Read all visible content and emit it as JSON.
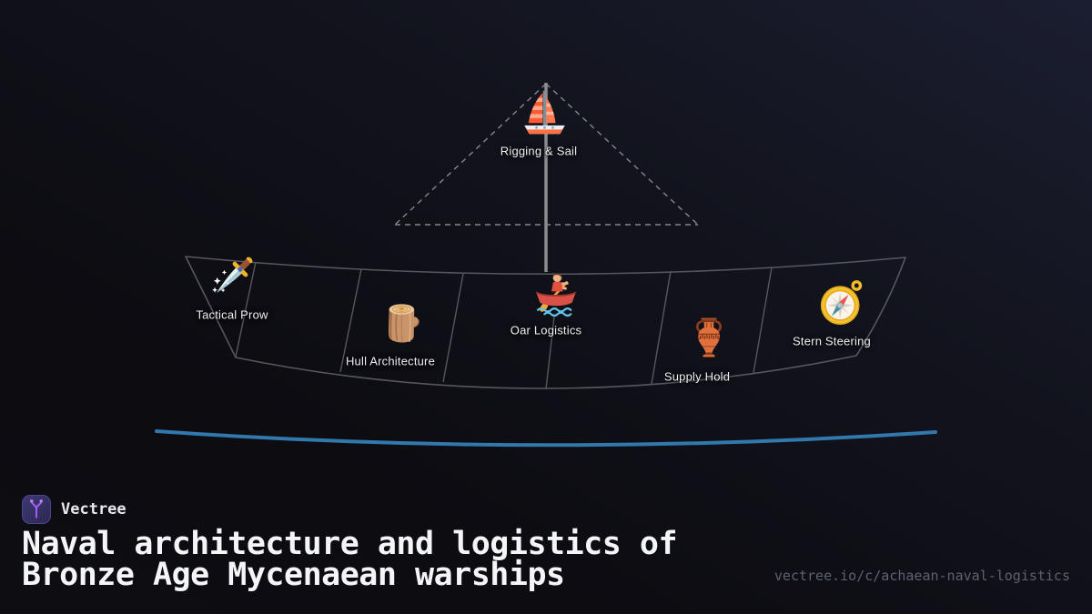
{
  "brand": {
    "name": "Vectree",
    "logo_icon": "vectree-branch-icon",
    "logo_bg": "#332f5e",
    "accent_purple": "#a15df2"
  },
  "title": {
    "line1": "Naval architecture and logistics of",
    "line2": "Bronze Age Mycenaean warships"
  },
  "footer": {
    "url": "vectree.io/c/achaean-naval-logistics"
  },
  "diagram": {
    "type": "ship-parts-infographic",
    "subject": "Bronze Age Mycenaean warship side profile",
    "nodes": [
      {
        "id": "rigging-sail",
        "label": "Rigging & Sail",
        "icon": "sailboat-icon"
      },
      {
        "id": "tactical-prow",
        "label": "Tactical Prow",
        "icon": "dagger-icon"
      },
      {
        "id": "hull-architecture",
        "label": "Hull Architecture",
        "icon": "wood-log-icon"
      },
      {
        "id": "oar-logistics",
        "label": "Oar Logistics",
        "icon": "person-rowing-boat-icon"
      },
      {
        "id": "supply-hold",
        "label": "Supply Hold",
        "icon": "amphora-icon"
      },
      {
        "id": "stern-steering",
        "label": "Stern Steering",
        "icon": "compass-icon"
      }
    ],
    "colors": {
      "water_line": "#3178ad",
      "hull_line": "#56585f",
      "dashed_rigging": "#85878b",
      "mast": "#8b8d91"
    }
  }
}
